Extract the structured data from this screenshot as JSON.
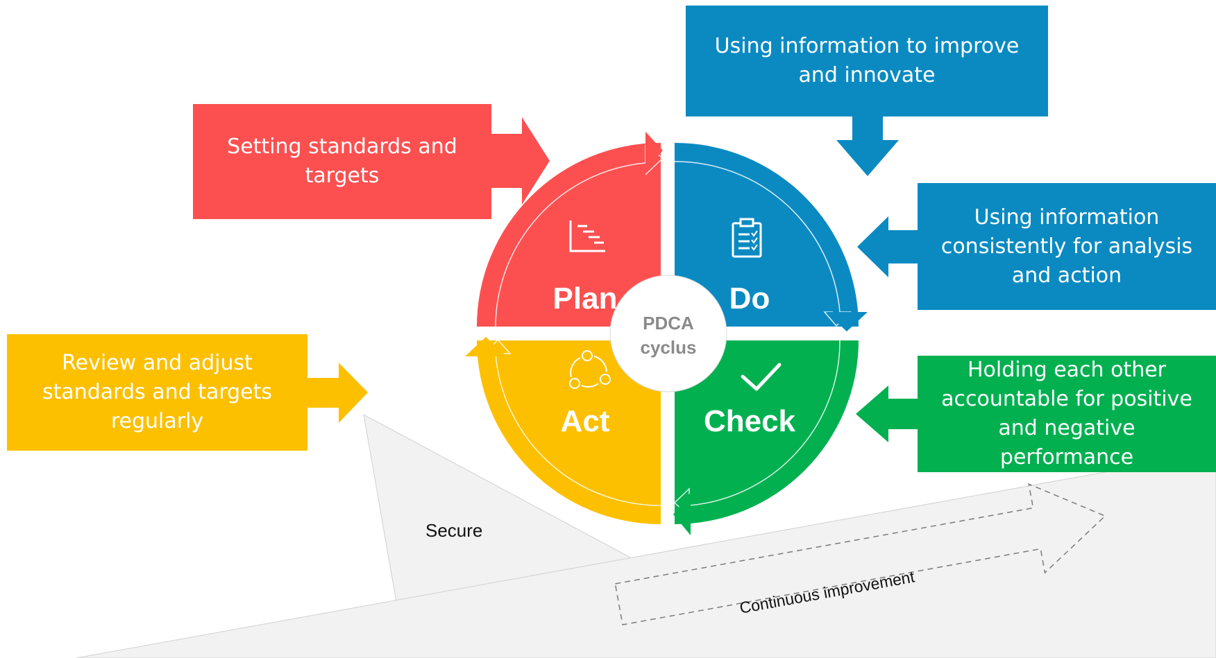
{
  "cycle": {
    "center_line1": "PDCA",
    "center_line2": "cyclus",
    "plan": "Plan",
    "do": "Do",
    "check": "Check",
    "act": "Act"
  },
  "boxes": {
    "plan": "Setting standards and targets",
    "do_top": "Using information to improve and innovate",
    "do_right": "Using information consistently for analysis and action",
    "check": "Holding each other accountable for positive and negative performance",
    "act": "Review and adjust standards and targets regularly"
  },
  "wedge": {
    "secure": "Secure",
    "improvement": "Continuous improvement"
  },
  "colors": {
    "plan": "#fc5050",
    "do": "#0b8ac2",
    "check": "#02b050",
    "act": "#fdc000",
    "wedge": "#f2f2f2"
  },
  "icons": {
    "plan": "gantt-chart-icon",
    "do": "clipboard-checklist-icon",
    "check": "checkmark-icon",
    "act": "cycle-arrows-icon"
  }
}
